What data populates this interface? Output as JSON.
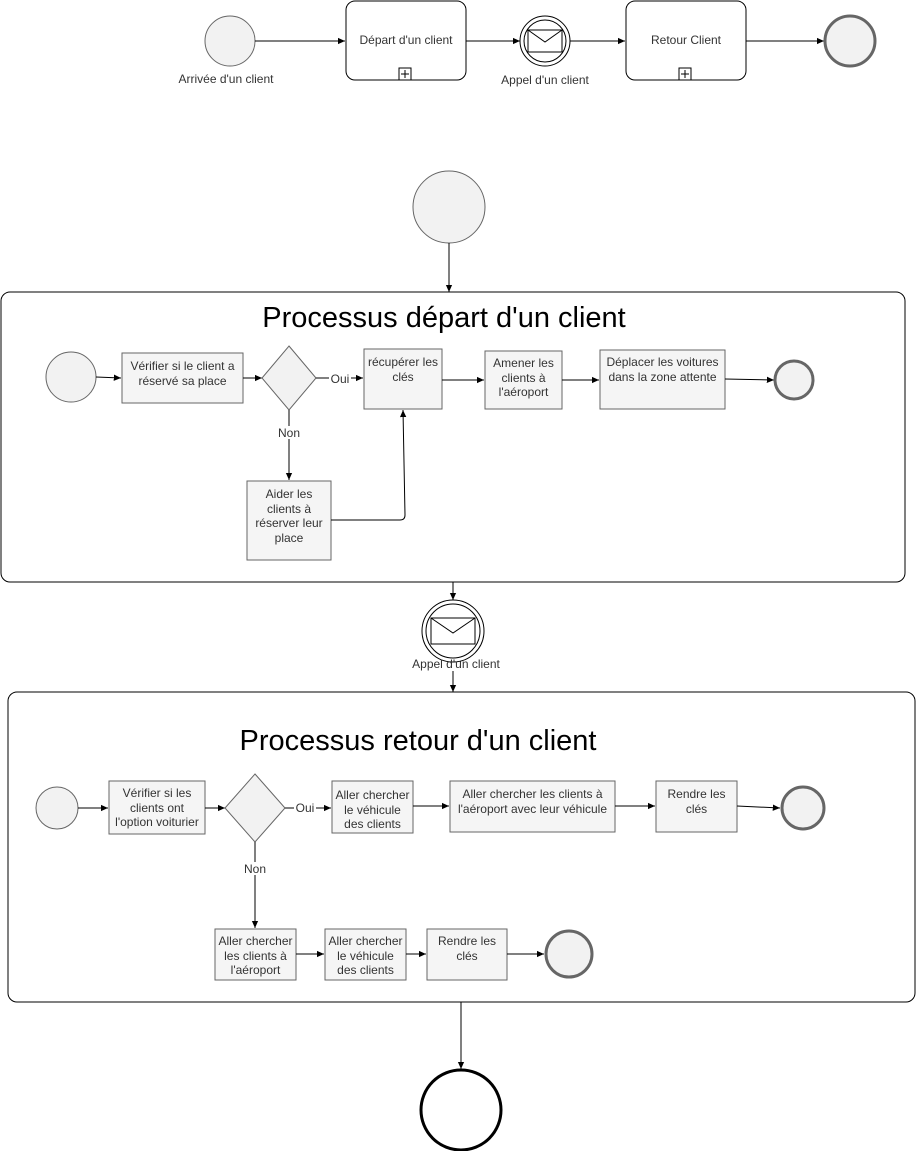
{
  "top": {
    "start_label": "Arrivée d'un client",
    "task1": "Départ d'un client",
    "message_label": "Appel d'un client",
    "task2": "Retour Client"
  },
  "depart": {
    "title": "Processus départ d'un client",
    "t_verify": "Vérifier si le client a réservé sa place",
    "oui": "Oui",
    "non": "Non",
    "t_keys": "récupérer les clés",
    "t_bring": "Amener les clients à l'aéroport",
    "t_move": "Déplacer les voitures dans la zone attente",
    "t_help": "Aider les clients à réserver leur place"
  },
  "middle_message_label": "Appel d'un client",
  "retour": {
    "title": "Processus retour d'un client",
    "t_verify": "Vérifier si les clients ont l'option voiturier",
    "oui": "Oui",
    "non": "Non",
    "t_get_vehicle": "Aller chercher le véhicule des clients",
    "t_get_clients_airport": "Aller chercher les clients à l'aéroport avec leur véhicule",
    "t_return_keys": "Rendre les clés",
    "t_get_clients": "Aller chercher les clients à l'aéroport",
    "t_get_vehicle2": "Aller chercher le véhicule des clients",
    "t_return_keys2": "Rendre les clés"
  },
  "colors": {
    "stroke": "#000000",
    "task_fill": "#f5f5f5",
    "event_fill": "#f2f2f2",
    "gray_stroke": "#666666"
  }
}
